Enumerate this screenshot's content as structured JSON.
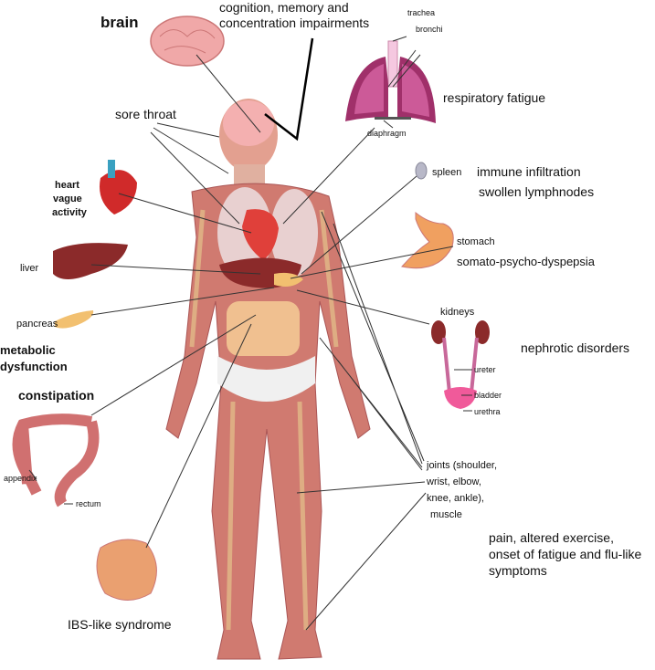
{
  "labels": {
    "brain": "brain",
    "cognition": [
      "cognition, memory and",
      "concentration impairments"
    ],
    "trachea": "trachea",
    "bronchi": "bronchi",
    "diaphragm": "diaphragm",
    "respiratory": "respiratory fatigue",
    "sore_throat": "sore throat",
    "spleen": "spleen",
    "immune": [
      "immune infiltration",
      "swollen lymphnodes"
    ],
    "heart": [
      "heart",
      "vague",
      "activity"
    ],
    "stomach": "stomach",
    "dyspepsia": "somato-psycho-dyspepsia",
    "liver": "liver",
    "pancreas": "pancreas",
    "kidneys": "kidneys",
    "ureter": "ureter",
    "bladder": "bladder",
    "urethra": "urethra",
    "nephrotic": "nephrotic disorders",
    "metabolic": [
      "metabolic",
      "dysfunction"
    ],
    "constipation": "constipation",
    "appendix": "appendix",
    "rectum": "rectum",
    "joints": [
      "joints (shoulder,",
      "wrist, elbow,",
      "knee, ankle),",
      "muscle"
    ],
    "pain": [
      "pain, altered exercise,",
      "onset of fatigue and flu-like",
      "symptoms"
    ],
    "ibs": "IBS-like syndrome"
  },
  "colors": {
    "skin": "#d98a7e",
    "muscle": "#c9685f",
    "organ_red": "#e0403a",
    "liver": "#8b2a2a",
    "lung": "#b84a86",
    "intestine": "#e8a070"
  }
}
